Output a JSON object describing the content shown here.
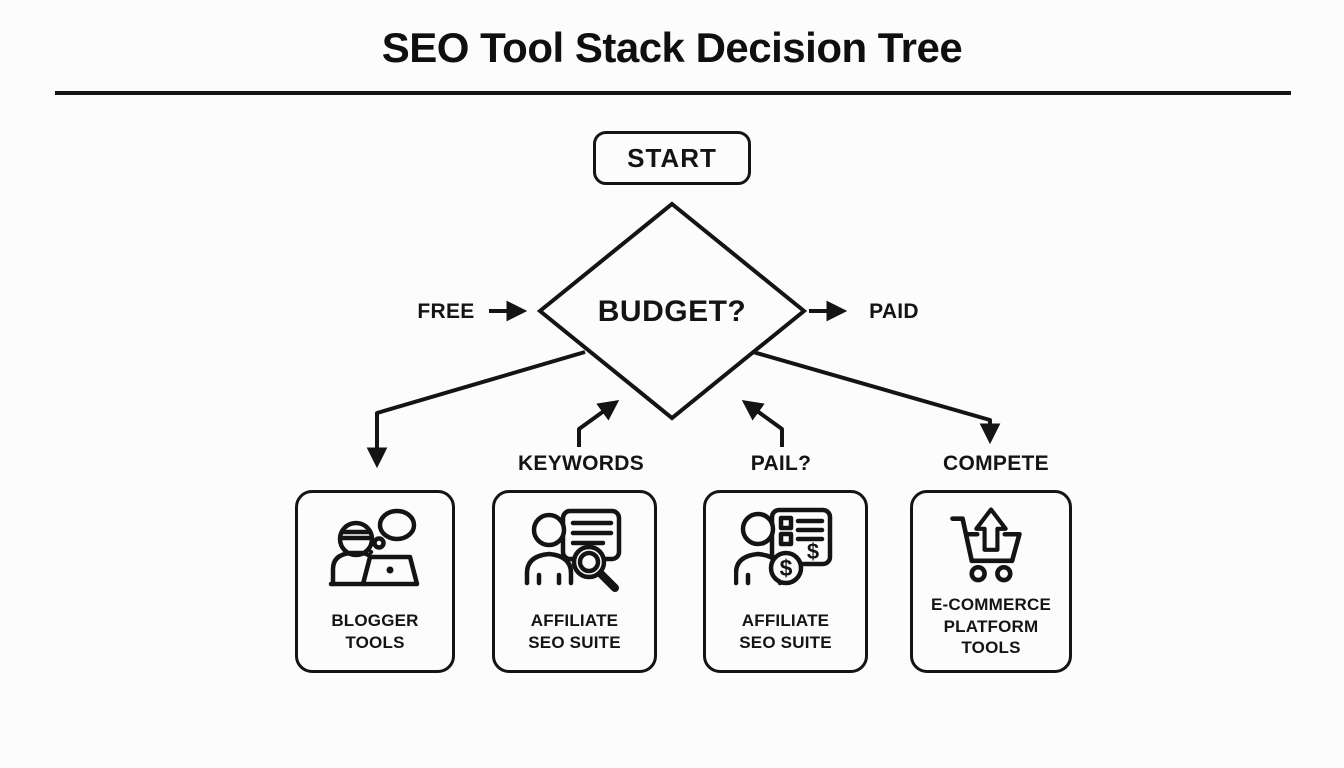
{
  "page": {
    "title": "SEO Tool Stack Decision Tree",
    "accent_color": "#141414",
    "background_color": "#fcfcfc"
  },
  "flow": {
    "start": "START",
    "decision": "BUDGET?",
    "free": "FREE",
    "paid": "PAID",
    "branch_labels": [
      "KEYWORDS",
      "PAIL?",
      "COMPETE"
    ],
    "outcomes": [
      {
        "icon": "blogger-laptop-icon",
        "label": "BLOGGER\nTOOLS"
      },
      {
        "icon": "affiliate-search-icon",
        "label": "AFFILIATE\nSEO SUITE"
      },
      {
        "icon": "affiliate-money-icon",
        "label": "AFFILIATE\nSEO SUITE"
      },
      {
        "icon": "ecommerce-cart-icon",
        "label": "E-COMMERCE\nPLATFORM\nTOOLS"
      }
    ]
  }
}
